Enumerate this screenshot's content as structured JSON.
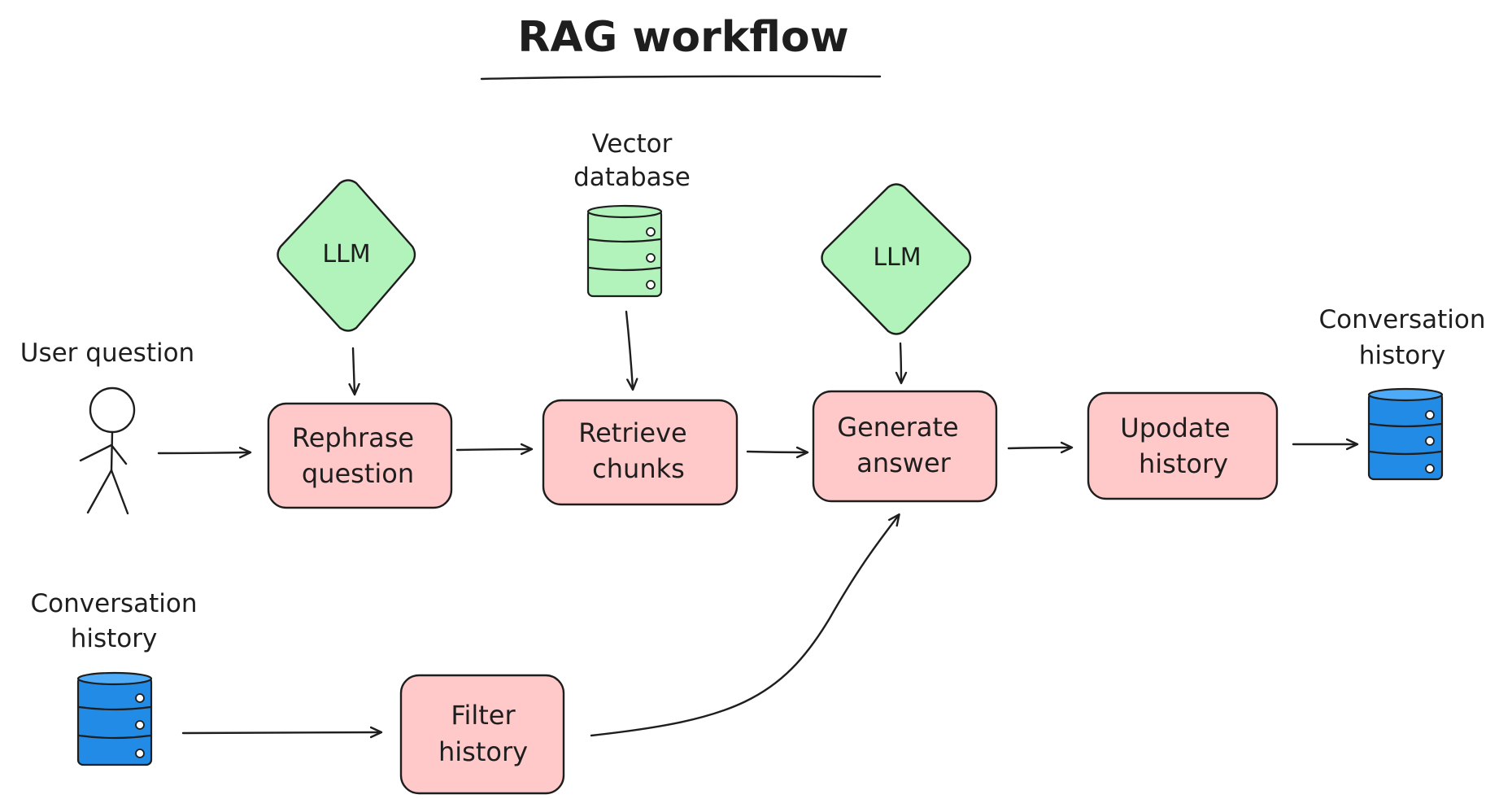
{
  "diagram": {
    "title": "RAG workflow",
    "user_question": {
      "label": "User question"
    },
    "rephrase_question": {
      "line1": "Rephrase",
      "line2": "question"
    },
    "retrieve_chunks": {
      "line1": "Retrieve",
      "line2": "chunks"
    },
    "generate_answer": {
      "line1": "Generate",
      "line2": "answer"
    },
    "update_history": {
      "line1": "Upodate",
      "line2": "history"
    },
    "filter_history": {
      "line1": "Filter",
      "line2": "history"
    },
    "llm_1": {
      "label": "LLM"
    },
    "llm_2": {
      "label": "LLM"
    },
    "vector_database": {
      "line1": "Vector",
      "line2": "database"
    },
    "conversation_history_right": {
      "line1": "Conversation",
      "line2": "history"
    },
    "conversation_history_left": {
      "line1": "Conversation",
      "line2": "history"
    }
  },
  "colors": {
    "process_fill": "#ffc9c9",
    "llm_fill": "#b2f2bb",
    "vector_db_fill": "#b2f2bb",
    "history_db_fill": "#228be6",
    "stroke": "#1e1e1e"
  },
  "icons": {
    "user": "stick-figure-icon",
    "vector_database": "database-icon",
    "conversation_history": "database-icon"
  }
}
